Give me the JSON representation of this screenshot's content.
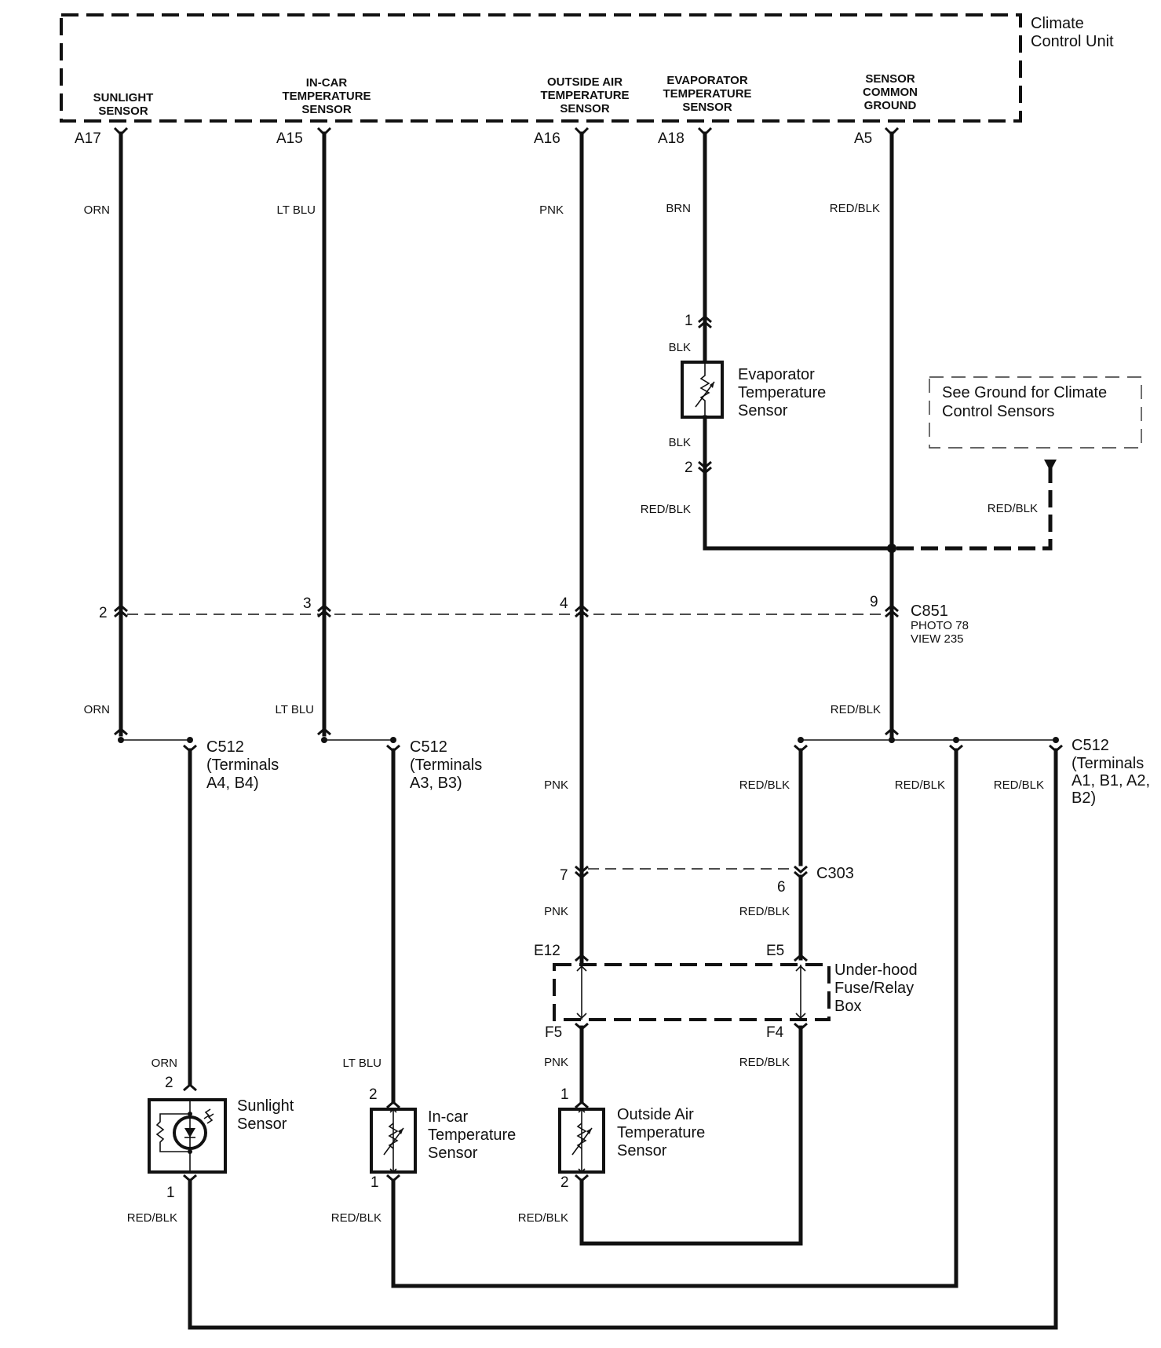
{
  "climate_control_unit": {
    "name_lines": [
      "Climate",
      "Control Unit"
    ],
    "terminals": [
      {
        "pin": "A17",
        "label_lines": [
          "SUNLIGHT",
          "SENSOR"
        ]
      },
      {
        "pin": "A15",
        "label_lines": [
          "IN-CAR",
          "TEMPERATURE",
          "SENSOR"
        ]
      },
      {
        "pin": "A16",
        "label_lines": [
          "OUTSIDE AIR",
          "TEMPERATURE",
          "SENSOR"
        ]
      },
      {
        "pin": "A18",
        "label_lines": [
          "EVAPORATOR",
          "TEMPERATURE",
          "SENSOR"
        ]
      },
      {
        "pin": "A5",
        "label_lines": [
          "SENSOR",
          "COMMON",
          "GROUND"
        ]
      }
    ]
  },
  "wire_colors": {
    "orn": "ORN",
    "lt_blu": "LT BLU",
    "pnk": "PNK",
    "brn": "BRN",
    "red_blk": "RED/BLK",
    "blk": "BLK"
  },
  "evaporator_sensor": {
    "name_lines": [
      "Evaporator",
      "Temperature",
      "Sensor"
    ],
    "pin_top": "1",
    "pin_bottom": "2"
  },
  "ground_note": {
    "lines": [
      "See Ground for Climate",
      "Control Sensors"
    ]
  },
  "c851": {
    "name": "C851",
    "photo": "PHOTO 78",
    "view": "VIEW 235",
    "pins": [
      "2",
      "3",
      "4",
      "9"
    ]
  },
  "c512": {
    "name": "C512",
    "group1_lines": [
      "(Terminals",
      "A4, B4)"
    ],
    "group2_lines": [
      "(Terminals",
      "A3, B3)"
    ],
    "group3_lines": [
      "(Terminals",
      "A1, B1, A2,",
      "B2)"
    ]
  },
  "c303": {
    "name": "C303",
    "pins": [
      "7",
      "6"
    ]
  },
  "fuse_box": {
    "name_lines": [
      "Under-hood",
      "Fuse/Relay",
      "Box"
    ],
    "pins": [
      "E12",
      "E5",
      "F5",
      "F4"
    ]
  },
  "sunlight_sensor": {
    "name_lines": [
      "Sunlight",
      "Sensor"
    ],
    "pin_top": "2",
    "pin_bottom": "1"
  },
  "incar_sensor": {
    "name_lines": [
      "In-car",
      "Temperature",
      "Sensor"
    ],
    "pin_top": "2",
    "pin_bottom": "1"
  },
  "outside_sensor": {
    "name_lines": [
      "Outside Air",
      "Temperature",
      "Sensor"
    ],
    "pin_top": "1",
    "pin_bottom": "2"
  }
}
